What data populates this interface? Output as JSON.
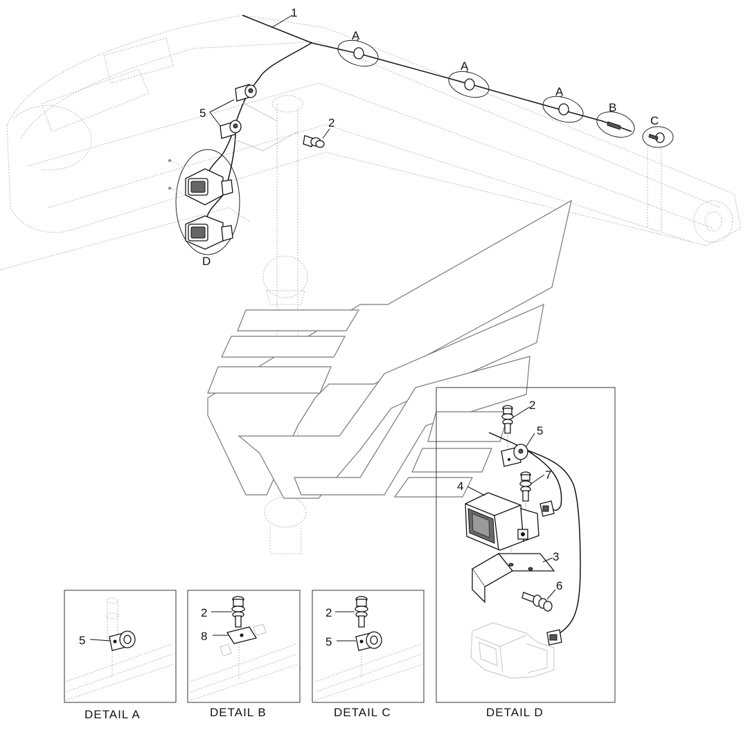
{
  "callouts": {
    "harness": "1",
    "bolt_main": "2",
    "clamp_main": "5",
    "point_a1": "A",
    "point_a2": "A",
    "point_a3": "A",
    "point_b": "B",
    "point_c": "C",
    "group_d": "D",
    "d_bolt": "2",
    "d_clamp": "5",
    "d_bolt_7": "7",
    "d_lamp": "4",
    "d_bracket": "3",
    "d_bolt_6": "6",
    "a_clamp": "5",
    "b_bolt": "2",
    "b_bracket": "8",
    "c_bolt": "2",
    "c_clamp": "5"
  },
  "details": {
    "a_caption": "DETAIL  A",
    "b_caption": "DETAIL  B",
    "c_caption": "DETAIL  C",
    "d_caption": "DETAIL  D"
  },
  "colors": {
    "line": "#111111",
    "ghost": "#b8b8b8",
    "background": "#ffffff"
  }
}
